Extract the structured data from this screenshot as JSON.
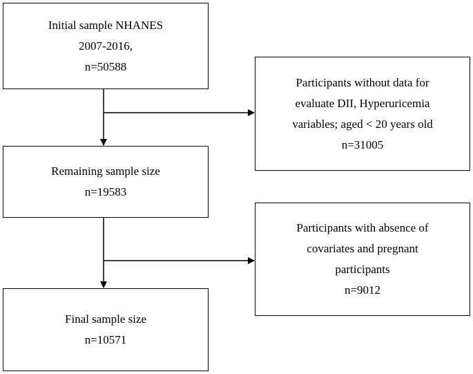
{
  "flowchart": {
    "initial": {
      "lines": [
        "Initial sample NHANES",
        "2007-2016,",
        "n=50588"
      ]
    },
    "exclusion_1": {
      "lines": [
        "Participants without data for",
        "evaluate DII, Hyperuricemia",
        "variables; aged < 20 years old",
        "n=31005"
      ]
    },
    "remaining": {
      "lines": [
        "Remaining sample size",
        "n=19583"
      ]
    },
    "exclusion_2": {
      "lines": [
        "Participants with absence of",
        "covariates and pregnant",
        "participants",
        "n=9012"
      ]
    },
    "final": {
      "lines": [
        "Final sample size",
        "n=10571"
      ]
    },
    "colors": {
      "stroke": "#000000",
      "background": "#ffffff"
    }
  }
}
